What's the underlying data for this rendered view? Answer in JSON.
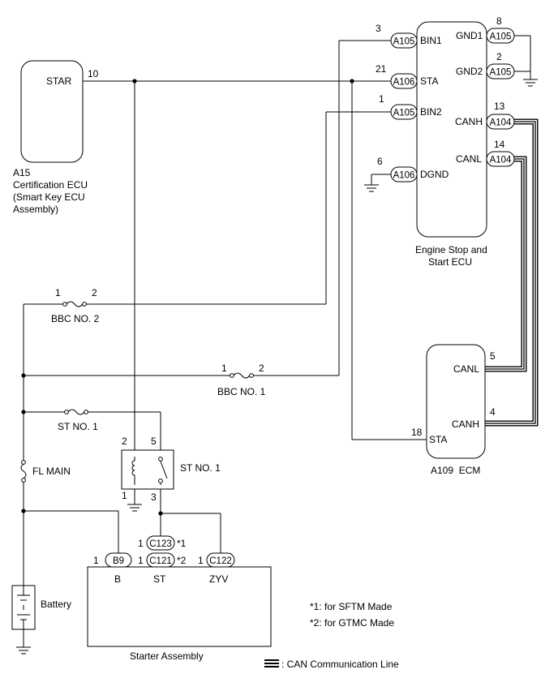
{
  "components": {
    "certification_ecu": {
      "ref": "A15",
      "name_line1": "Certification ECU",
      "name_line2": "(Smart Key ECU",
      "name_line3": "Assembly)",
      "star_label": "STAR",
      "star_pin": "10"
    },
    "engine_stop_start_ecu": {
      "name_line1": "Engine Stop and",
      "name_line2": "Start ECU",
      "pins": {
        "bin1": {
          "num": "3",
          "conn": "A105",
          "label": "BIN1"
        },
        "sta": {
          "num": "21",
          "conn": "A106",
          "label": "STA"
        },
        "bin2": {
          "num": "1",
          "conn": "A105",
          "label": "BIN2"
        },
        "dgnd": {
          "num": "6",
          "conn": "A106",
          "label": "DGND"
        },
        "gnd1": {
          "num": "8",
          "conn": "A105",
          "label": "GND1"
        },
        "gnd2": {
          "num": "2",
          "conn": "A105",
          "label": "GND2"
        },
        "canh": {
          "num": "13",
          "conn": "A104",
          "label": "CANH"
        },
        "canl": {
          "num": "14",
          "conn": "A104",
          "label": "CANL"
        }
      }
    },
    "ecm": {
      "name": "A109  ECM",
      "canl_label": "CANL",
      "canl_pin": "5",
      "canh_label": "CANH",
      "canh_pin": "4",
      "sta_label": "STA",
      "sta_pin": "18"
    },
    "fuses": {
      "bbc2": {
        "label": "BBC NO. 2",
        "pin1": "1",
        "pin2": "2"
      },
      "bbc1": {
        "label": "BBC NO. 1",
        "pin1": "1",
        "pin2": "2"
      },
      "st1": {
        "label": "ST NO. 1"
      },
      "fl_main": {
        "label": "FL MAIN"
      }
    },
    "relay": {
      "label": "ST NO. 1",
      "pin2": "2",
      "pin5": "5",
      "pin1": "1",
      "pin3": "3"
    },
    "starter": {
      "name": "Starter Assembly",
      "b9": {
        "num": "1",
        "conn": "B9",
        "label": "B"
      },
      "c121": {
        "num": "1",
        "conn": "C121",
        "note": "*2",
        "label": "ST"
      },
      "c123": {
        "num": "1",
        "conn": "C123",
        "note": "*1"
      },
      "c122": {
        "num": "1",
        "conn": "C122",
        "label": "ZYV"
      }
    },
    "battery": {
      "label": "Battery"
    }
  },
  "notes": {
    "note1": "*1: for SFTM Made",
    "note2": "*2: for GTMC Made",
    "legend": ": CAN Communication Line"
  }
}
